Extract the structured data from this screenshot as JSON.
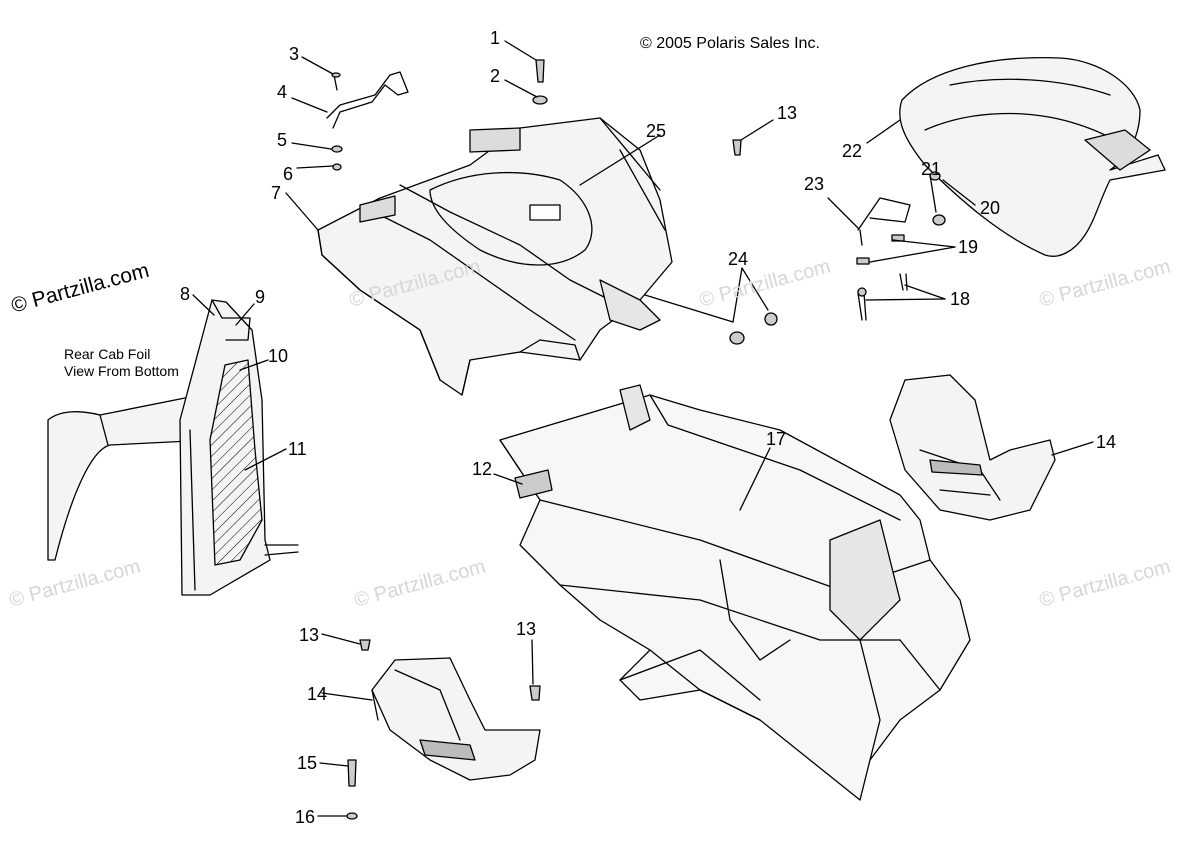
{
  "copyright": "© 2005 Polaris Sales Inc.",
  "watermark": {
    "main": "© Partzilla.com",
    "faint": "© Partzilla.com"
  },
  "note": {
    "line1": "Rear Cab Foil",
    "line2": "View From Bottom"
  },
  "callouts": {
    "c1": "1",
    "c2": "2",
    "c3": "3",
    "c4": "4",
    "c5": "5",
    "c6": "6",
    "c7": "7",
    "c8": "8",
    "c9": "9",
    "c10": "10",
    "c11": "11",
    "c12": "12",
    "c13a": "13",
    "c13b": "13",
    "c13c": "13",
    "c14a": "14",
    "c14b": "14",
    "c15": "15",
    "c16": "16",
    "c17": "17",
    "c18": "18",
    "c19": "19",
    "c20": "20",
    "c21": "21",
    "c22": "22",
    "c23": "23",
    "c24": "24",
    "c25": "25"
  },
  "colors": {
    "ink": "#000000",
    "watermark": "#d6d6d6"
  }
}
